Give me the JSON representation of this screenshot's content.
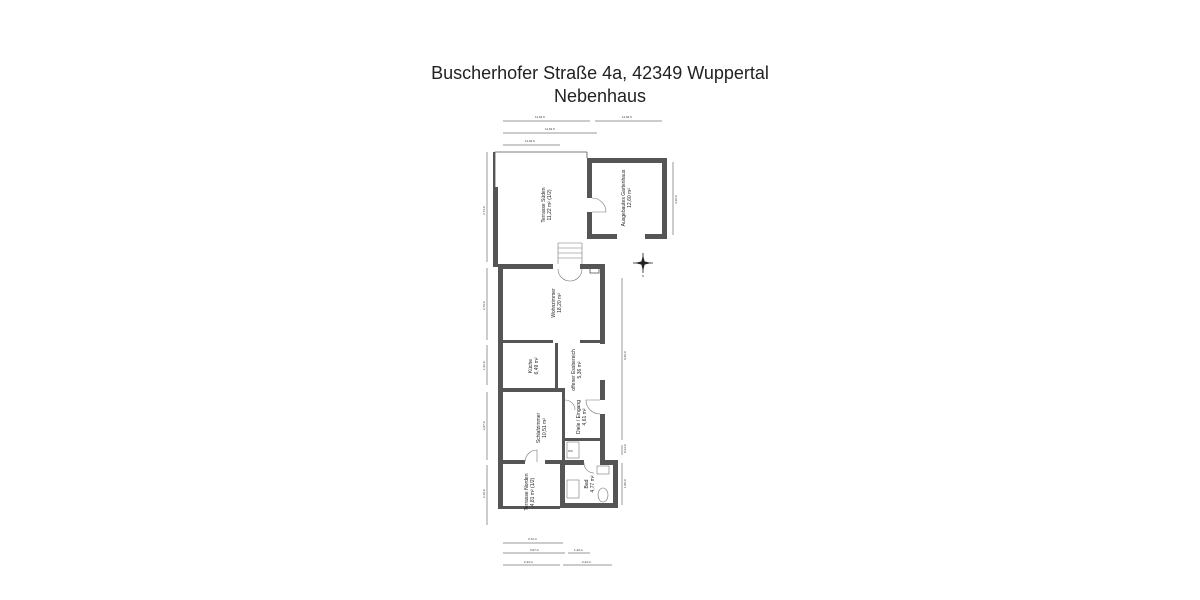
{
  "title": {
    "line1": "Buscherhofer Straße 4a, 42349 Wuppertal",
    "line2": "Nebenhaus"
  },
  "colors": {
    "wall": "#555555",
    "dimension": "#333333",
    "background": "#ffffff"
  },
  "rooms": {
    "terrasse_sueden": {
      "name": "Terrasse Süden",
      "area": "11,22 m² (1/2)"
    },
    "ausgebautes_gartenhaus": {
      "name": "Ausgebautes Gartenhaus",
      "area": "12,60 m²"
    },
    "wohnzimmer": {
      "name": "Wohnzimmer",
      "area": "18,20 m²"
    },
    "kueche": {
      "name": "Küche",
      "area": "6,49 m²"
    },
    "offener_essbereich": {
      "name": "offener Essbereich",
      "area": "5,36 m²"
    },
    "schlafzimmer": {
      "name": "Schlafzimmer",
      "area": "10,51 m²"
    },
    "diele_eingang": {
      "name": "Diele / Eingang",
      "area": "4,61 m²"
    },
    "bad": {
      "name": "Bad",
      "area": "4,77 m²"
    },
    "terrasse_norden": {
      "name": "Terrasse Norden",
      "area": "4,81 m² (1/2)"
    }
  },
  "dimensions": {
    "top_left": "11,62 ft",
    "top_right": "11,62 ft",
    "top_middle": "11,62 ft",
    "top_inner": "11,62 ft",
    "left_terrace": "3,74 m",
    "left_living": "2,79 m",
    "left_kitchen": "1,62 m",
    "left_bedroom": "2,97 m",
    "left_north_terrace": "2,18 m",
    "right_house": "3,30 m",
    "right_long": "6,60 m",
    "right_short": "0,34 m",
    "right_bath": "1,89 m",
    "bottom_1": "3,72 m",
    "bottom_2": "3,07 m",
    "bottom_3": "1,43 m",
    "bottom_4": "2,44 m",
    "bottom_5": "2,44 m",
    "wc_label": "WC"
  }
}
